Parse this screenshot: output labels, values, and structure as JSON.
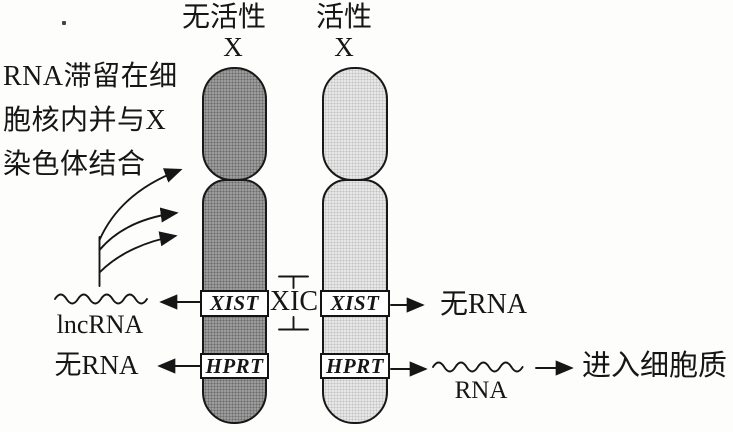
{
  "colors": {
    "background": "#fdfdfc",
    "inactive_chromosome_fill": "#9b9b9b",
    "active_chromosome_fill": "#e7e7e7",
    "line_and_text": "#161616",
    "gene_box_fill": "#ffffff"
  },
  "annotation": {
    "line1": "RNA滞留在细",
    "line2": "胞核内并与X",
    "line3": "染色体结合"
  },
  "inactive_chromosome": {
    "title": "无活性",
    "x_label": "X",
    "xist_gene": "XIST",
    "hprt_gene": "HPRT",
    "xist_product_label": "lncRNA",
    "hprt_product_label": "无RNA"
  },
  "active_chromosome": {
    "title": "活性",
    "x_label": "X",
    "xist_gene": "XIST",
    "hprt_gene": "HPRT",
    "xist_product_label": "无RNA",
    "hprt_product_label": "RNA",
    "hprt_destination_label": "进入细胞质"
  },
  "xic_label": "XIC",
  "icons": {
    "arrowhead": "solid black triangle",
    "lncrna_wavy": "wavy-line RNA molecule",
    "rna_wavy": "wavy-line RNA molecule",
    "xic_range_ticks": "T-shaped bracket ticks above and below XIC"
  }
}
